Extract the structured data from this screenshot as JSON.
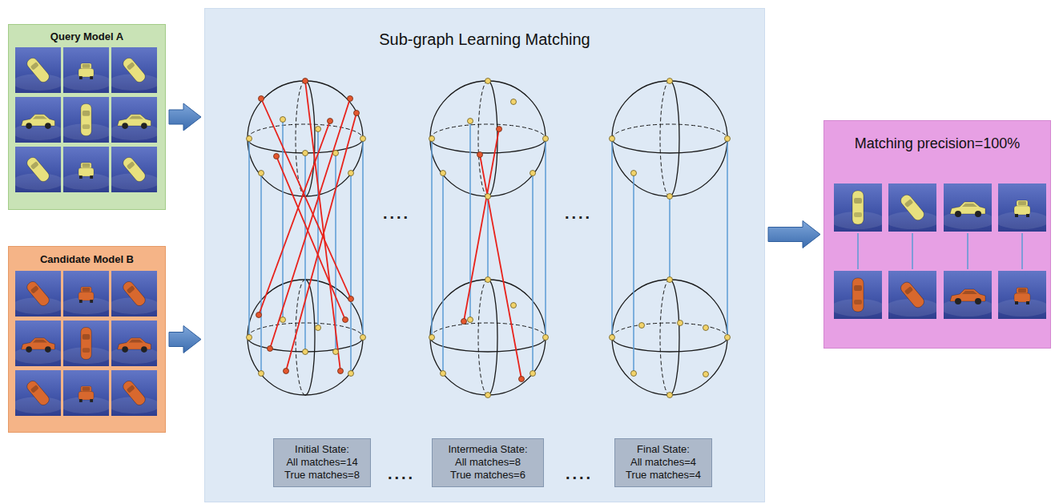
{
  "diagram": {
    "nodes": [
      {
        "text": [
          "Query Model A"
        ]
      },
      {
        "text": [
          "Candidate Model B"
        ]
      },
      {
        "text": [
          "Sub-graph Learning Matching"
        ]
      },
      {
        "text": [
          "Initial State:",
          "All matches=14",
          "True matches=8"
        ],
        "in": 2
      },
      {
        "text": [
          "Intermedia State:",
          "All matches=8",
          "True matches=6"
        ],
        "in": 2
      },
      {
        "text": [
          "Final State:",
          "All matches=4",
          "True matches=4"
        ],
        "in": 2
      },
      {
        "text": [
          "Matching precision=100%"
        ]
      }
    ],
    "edges": [
      {
        "from": 0,
        "to": 2,
        "arrow": "to"
      },
      {
        "from": 1,
        "to": 2,
        "arrow": "to"
      },
      {
        "from": 2,
        "to": 6,
        "arrow": "to"
      }
    ],
    "labels": [
      "....",
      "....",
      "....",
      "...."
    ]
  }
}
